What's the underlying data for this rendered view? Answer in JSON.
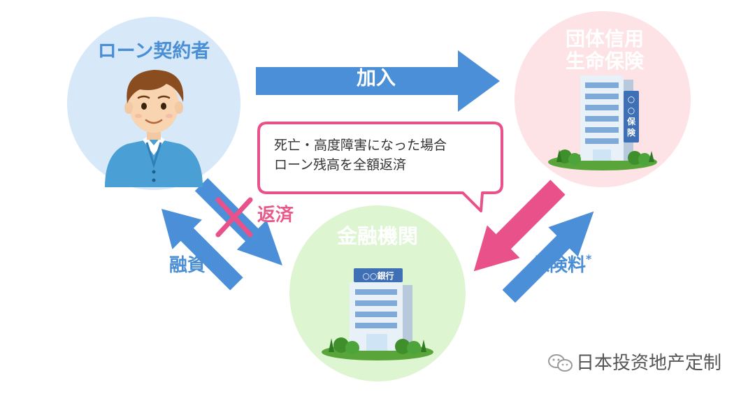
{
  "diagram": {
    "nodes": {
      "borrower": {
        "label": "ローン契約者"
      },
      "insurer": {
        "label_line1": "団体信用",
        "label_line2": "生命保険",
        "building_sign": "○○保険"
      },
      "bank": {
        "label": "金融機関",
        "building_sign": "○○銀行"
      }
    },
    "edges": {
      "join": {
        "label": "加入",
        "from": "borrower",
        "to": "insurer"
      },
      "repay": {
        "label": "返済",
        "from": "borrower",
        "to": "bank",
        "crossed_out": true
      },
      "loan": {
        "label": "融資",
        "from": "bank",
        "to": "borrower"
      },
      "payout": {
        "from": "insurer",
        "to": "bank"
      },
      "premium": {
        "label": "保険料",
        "note_mark": "*",
        "from": "bank",
        "to": "insurer"
      }
    },
    "callout": {
      "line1": "死亡・高度障害になった場合",
      "line2": "ローン残高を全額返済"
    }
  },
  "watermark": {
    "text": "日本投资地产定制"
  },
  "colors": {
    "blue_arrow": "#4b8fd8",
    "pink_arrow": "#e85189",
    "borrower_circle": "#d7e8f8",
    "insurer_circle": "#fde3e6",
    "bank_circle": "#def5d2",
    "callout_border": "#e85189"
  }
}
